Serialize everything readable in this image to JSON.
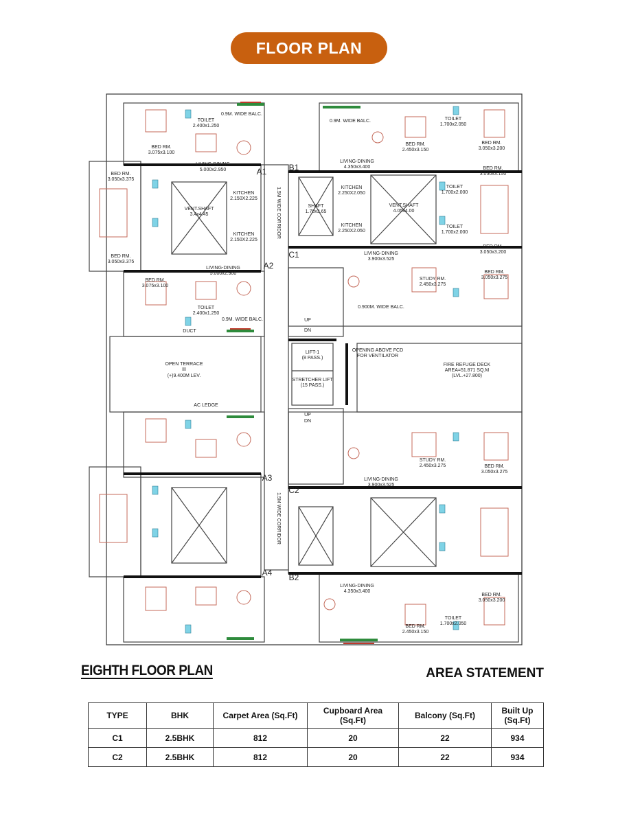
{
  "header": {
    "title": "FLOOR PLAN"
  },
  "plan": {
    "title": "EIGHTH FLOOR PLAN",
    "labels": {
      "bed_3075": "BED RM.",
      "bed_3075_dim": "3.075x3.100",
      "bed_3050_a": "BED RM.",
      "bed_3050_a_dim": "3.050x3.375",
      "bed_3050_b": "BED RM.",
      "bed_3050_b_dim": "3.050x3.375",
      "bed_a2": "BED RM.",
      "bed_a2_dim": "3.075x3.100",
      "toilet_a1": "TOILET",
      "toilet_a1_dim": "2.400x1.250",
      "toilet_a2": "TOILET",
      "toilet_a2_dim": "2.400x1.250",
      "living_a1": "LIVING-DINING",
      "living_a1_dim": "5.000x2.950",
      "living_a2": "LIVING-DINING",
      "living_a2_dim": "5.000x2.900",
      "vent_a": "VENT.SHAFT",
      "vent_a_dim": "3.4x4.45",
      "kitchen_a1": "KITCHEN",
      "kitchen_a1_dim": "2.150X2.225",
      "kitchen_a2": "KITCHEN",
      "kitchen_a2_dim": "2.150X2.225",
      "balc_a1": "0.9M. WIDE BALC.",
      "balc_a2": "0.9M. WIDE BALC.",
      "corridor": "1.5M WIDE CORRIDOR",
      "a1": "A1",
      "a2": "A2",
      "a3": "A3",
      "a4": "A4",
      "b1": "B1",
      "b2": "B2",
      "c1": "C1",
      "c2": "C2",
      "balc_b1": "0.9M. WIDE BALC.",
      "living_b1": "LIVING-DINING",
      "living_b1_dim": "4.350x3.400",
      "bed_b1a": "BED RM.",
      "bed_b1a_dim": "2.450x3.150",
      "bed_b1b": "BED RM.",
      "bed_b1b_dim": "3.050x3.200",
      "toilet_b1": "TOILET",
      "toilet_b1_dim": "1.700x2.050",
      "bed_b1c": "BED RM.",
      "bed_b1c_dim": "3.050x3.150",
      "shaft_b": "SHAFT",
      "shaft_b_dim": "1.70x3.65",
      "kitchen_b1": "KITCHEN",
      "kitchen_b1_dim": "2.250X2.050",
      "kitchen_b2": "KITCHEN",
      "kitchen_b2_dim": "2.250X2.050",
      "vent_b": "VENT.SHAFT",
      "vent_b_dim": "4.05x4.00",
      "toilet_b2": "TOILET",
      "toilet_b2_dim": "1.700x2.000",
      "toilet_b3": "TOILET",
      "toilet_b3_dim": "1.700x2.000",
      "bed_b2": "BED RM.",
      "bed_b2_dim": "3.050x3.200",
      "living_c1": "LIVING-DINING",
      "living_c1_dim": "3.900x3.525",
      "study_c1": "STUDY RM.",
      "study_c1_dim": "2.450x3.275",
      "bed_c1": "BED RM.",
      "bed_c1_dim": "3.050x3.275",
      "balc_c1": "0.900M. WIDE BALC.",
      "ac_ledge": "AC LEDGE",
      "duct": "DUCT",
      "terrace": "OPEN TERRACE",
      "terrace_2": "III",
      "terrace_3": "(+)9.400M LEV.",
      "up": "UP",
      "dn": "DN",
      "lift1": "LIFT-1",
      "lift1_cap": "(8 PASS.)",
      "stretcher": "STRETCHER LIFT",
      "stretcher_cap": "(15 PASS.)",
      "opening": "OPENING ABOVE FCD",
      "opening_2": "FOR VENTILATOR",
      "fire": "FIRE REFUGE DECK",
      "fire_2": "AREA=51.871 SQ.M",
      "fire_3": "(LVL.+27.800)",
      "study_c2": "STUDY RM.",
      "study_c2_dim": "2.450x3.275",
      "living_c2": "LIVING-DINING",
      "living_c2_dim": "3.900x3.525",
      "bed_c2": "BED RM.",
      "bed_c2_dim": "3.050x3.275",
      "living_b2": "LIVING-DINING",
      "living_b2_dim": "4.350x3.400",
      "bed_b2a": "BED RM.",
      "bed_b2a_dim": "2.450x3.150",
      "bed_b2b": "BED RM.",
      "bed_b2b_dim": "3.050x3.200",
      "toilet_b4": "TOILET",
      "toilet_b4_dim": "1.700x2.050"
    }
  },
  "area_statement": {
    "title": "AREA STATEMENT",
    "headers": [
      "TYPE",
      "BHK",
      "Carpet Area (Sq.Ft)",
      "Cupboard Area (Sq.Ft)",
      "Balcony (Sq.Ft)",
      "Built Up (Sq.Ft)"
    ],
    "rows": [
      [
        "C1",
        "2.5BHK",
        "812",
        "20",
        "22",
        "934"
      ],
      [
        "C2",
        "2.5BHK",
        "812",
        "20",
        "22",
        "934"
      ]
    ]
  }
}
